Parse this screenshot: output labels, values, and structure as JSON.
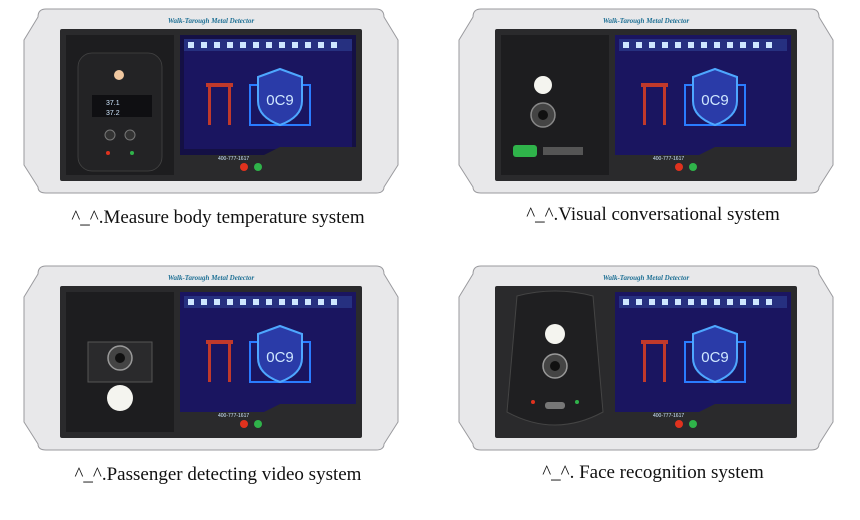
{
  "device_title": "Walk-Tarough Metal Detector",
  "screen": {
    "counter": "0C9",
    "phone": "400-777-1617",
    "nav_icons": [
      "home-icon",
      "shield-icon",
      "radio-icon",
      "signal-icon",
      "gear-icon",
      "user-icon",
      "globe-icon",
      "face-icon",
      "list-icon",
      "clock-icon"
    ]
  },
  "panels": [
    {
      "caption": "^_^.Measure body temperature system",
      "left_module": "temperature",
      "readings": [
        "37.1",
        "37.2"
      ]
    },
    {
      "caption": "^_^.Visual conversational system",
      "left_module": "intercom"
    },
    {
      "caption": "^_^.Passenger detecting video system",
      "left_module": "video"
    },
    {
      "caption": "^_^. Face recognition system",
      "left_module": "face"
    }
  ],
  "colors": {
    "body": "#e8e8ea",
    "bezel": "#2a2a2c",
    "screen_bg": "#1a1560",
    "accent_blue": "#3a7bff",
    "red_led": "#e0321e",
    "green_led": "#2fb34a"
  }
}
